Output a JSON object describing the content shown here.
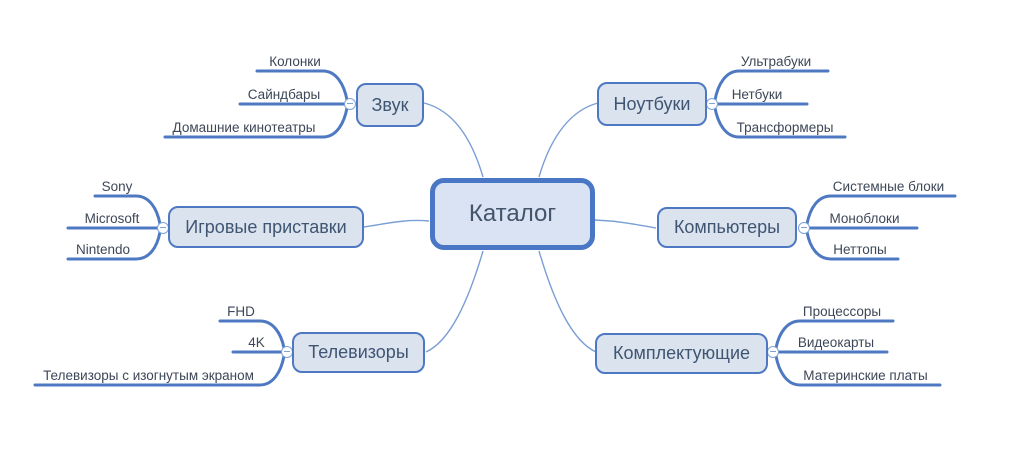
{
  "diagram": {
    "title": "Каталог",
    "root": {
      "label": "Каталог"
    },
    "branches": [
      {
        "label": "Звук",
        "side": "left",
        "children": [
          "Колонки",
          "Сайндбары",
          "Домашние кинотеатры"
        ]
      },
      {
        "label": "Ноутбуки",
        "side": "right",
        "children": [
          "Ультрабуки",
          "Нетбуки",
          "Трансформеры"
        ]
      },
      {
        "label": "Игровые приставки",
        "side": "left",
        "children": [
          "Sony",
          "Microsoft",
          "Nintendo"
        ]
      },
      {
        "label": "Компьютеры",
        "side": "right",
        "children": [
          "Системные блоки",
          "Моноблоки",
          "Неттопы"
        ]
      },
      {
        "label": "Телевизоры",
        "side": "left",
        "children": [
          "FHD",
          "4K",
          "Телевизоры с изогнутым экраном"
        ]
      },
      {
        "label": "Комплектующие",
        "side": "right",
        "children": [
          "Процессоры",
          "Видеокарты",
          "Материнские платы"
        ]
      }
    ],
    "colors": {
      "line_blue": "#4e79c2",
      "wire_blue": "#7b9fd4",
      "root_border": "#4a77c5",
      "root_fill": "#d9e3f4",
      "branch_fill": "#dbe3ef",
      "branch_text": "#3f5572",
      "leaf_text": "#3d4757",
      "toggle_stroke": "#7da3d8",
      "background": "#ffffff"
    }
  }
}
